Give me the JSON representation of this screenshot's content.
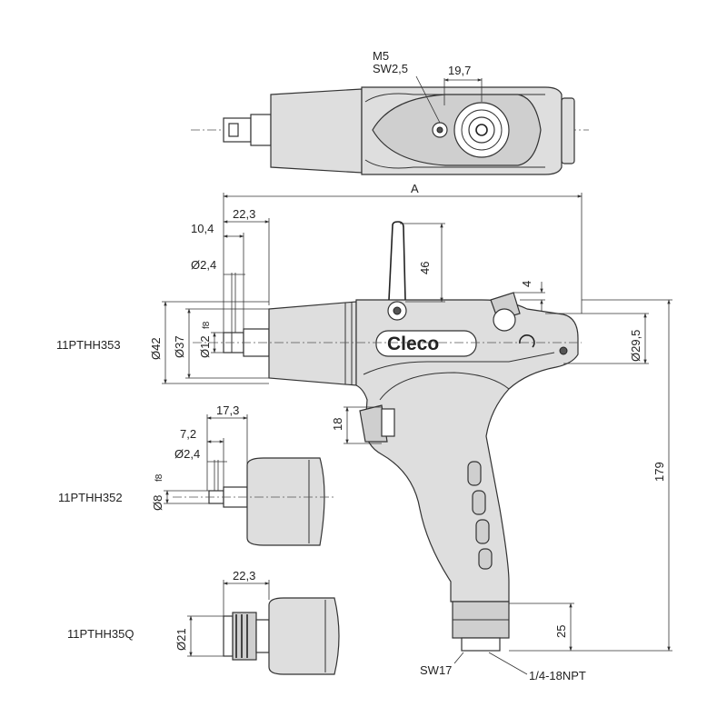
{
  "top_view": {
    "thread_label": "M5",
    "wrench_label": "SW2,5",
    "dim_width": "19,7"
  },
  "side_view": {
    "overall_length": "A",
    "dim_22_3": "22,3",
    "dim_10_4": "10,4",
    "dim_2_4": "Ø2,4",
    "dim_46": "46",
    "dim_4": "4",
    "dim_42": "Ø42",
    "dim_37": "Ø37",
    "dim_12": "Ø12",
    "tol_f8": "f8",
    "dim_29_5": "Ø29,5",
    "dim_18": "18",
    "dim_179": "179",
    "dim_25": "25",
    "model": "11PTHH353",
    "brand": "Cleco"
  },
  "variant_352": {
    "model": "11PTHH352",
    "dim_17_3": "17,3",
    "dim_7_2": "7,2",
    "dim_2_4": "Ø2,4",
    "dim_8": "Ø8",
    "tol_f8": "f8"
  },
  "variant_35Q": {
    "model": "11PTHH35Q",
    "dim_22_3": "22,3",
    "dim_21": "Ø21"
  },
  "bottom": {
    "wrench": "SW17",
    "thread": "1/4-18NPT"
  }
}
